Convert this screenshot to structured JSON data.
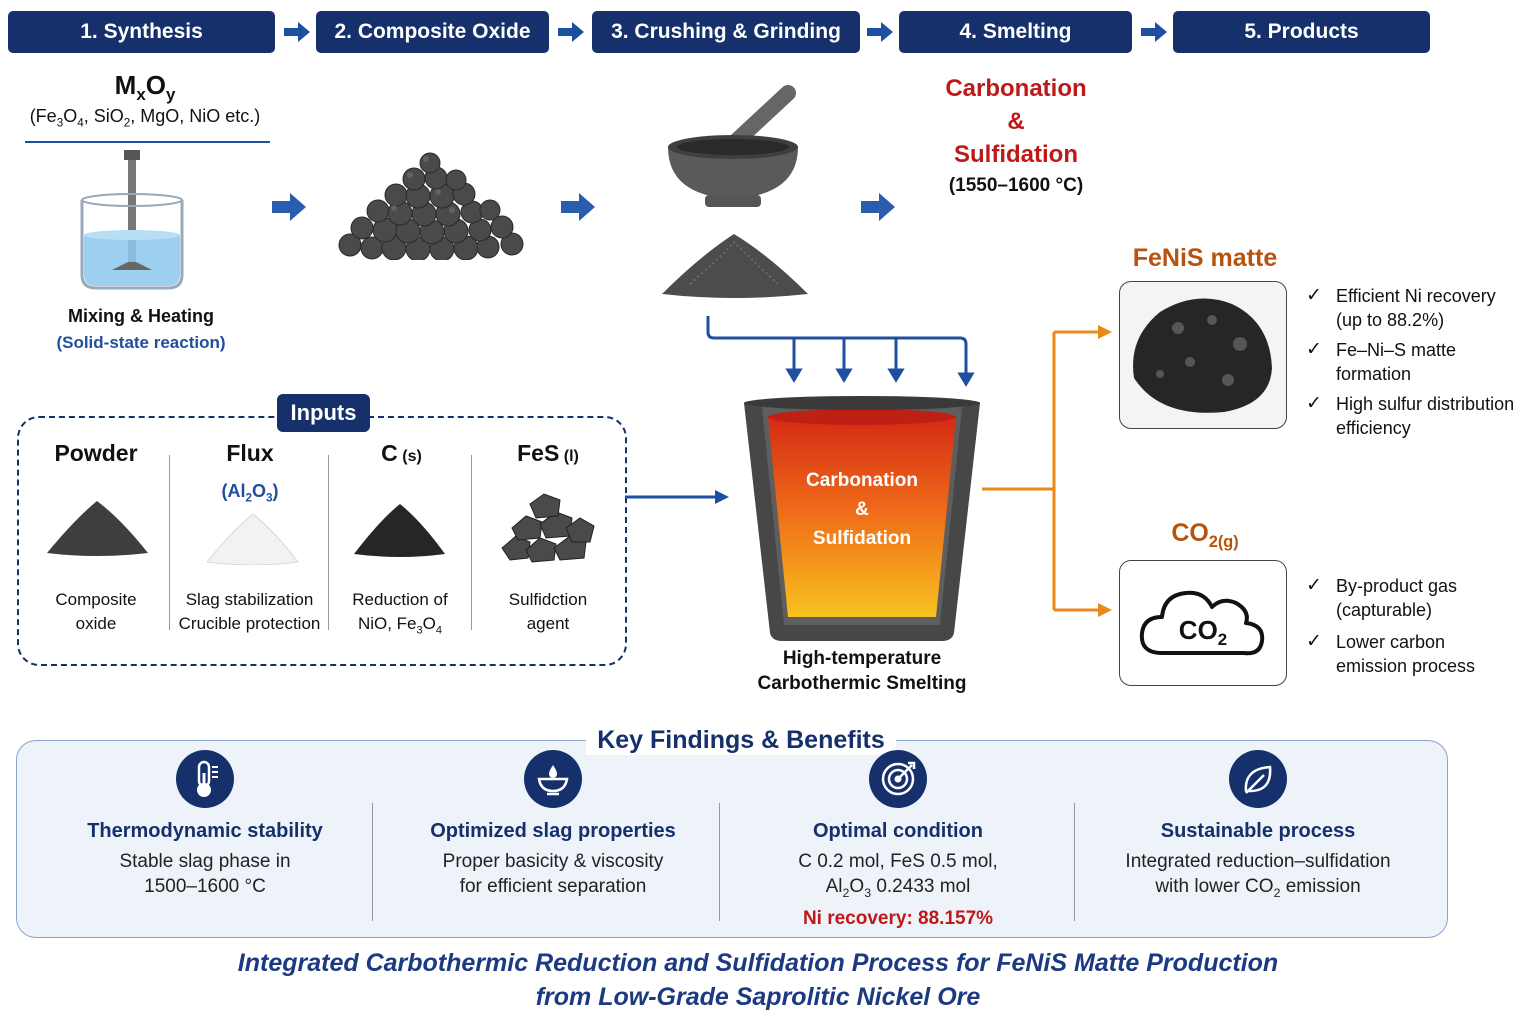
{
  "steps": [
    {
      "label": "1. Synthesis"
    },
    {
      "label": "2. Composite Oxide"
    },
    {
      "label": "3. Crushing & Grinding"
    },
    {
      "label": "4. Smelting"
    },
    {
      "label": "5. Products"
    }
  ],
  "synthesis": {
    "formula_main": "M",
    "formula_x": "x",
    "formula_o": "O",
    "formula_y": "y",
    "examples_html": "(Fe3O4, SiO2, MgO, NiO etc.)",
    "caption": "Mixing & Heating",
    "subcaption": "(Solid-state reaction)"
  },
  "smelting_label": {
    "line1": "Carbonation",
    "line2": "&",
    "line3": "Sulfidation",
    "temp": "(1550–1600 °C)"
  },
  "inputs": {
    "title": "Inputs",
    "items": [
      {
        "name": "Powder",
        "sub": "",
        "desc1": "Composite",
        "desc2": "oxide"
      },
      {
        "name": "Flux",
        "sub": "(Al2O3)",
        "desc1": "Slag stabilization",
        "desc2": "Crucible protection"
      },
      {
        "name": "C",
        "sub": "(s)",
        "desc1": "Reduction of",
        "desc2": "NiO, Fe3O4"
      },
      {
        "name": "FeS",
        "sub": "(l)",
        "desc1": "Sulfidction",
        "desc2": "agent"
      }
    ]
  },
  "crucible": {
    "inner1": "Carbonation",
    "inner2": "&",
    "inner3": "Sulfidation",
    "caption1": "High-temperature",
    "caption2": "Carbothermic Smelting"
  },
  "products": {
    "matte_title": "FeNiS matte",
    "matte_points": [
      {
        "l1": "Efficient Ni recovery",
        "l2": "(up to 88.2%)"
      },
      {
        "l1": "Fe–Ni–S matte",
        "l2": "formation"
      },
      {
        "l1": "High sulfur distribution",
        "l2": "efficiency"
      }
    ],
    "gas_title": "CO",
    "gas_sub": "2(g)",
    "gas_icon_text": "CO",
    "gas_icon_sub": "2",
    "gas_points": [
      {
        "l1": "By-product gas",
        "l2": "(capturable)"
      },
      {
        "l1": "Lower carbon",
        "l2": "emission process"
      }
    ]
  },
  "findings": {
    "title": "Key Findings & Benefits",
    "items": [
      {
        "icon": "thermometer-icon",
        "title": "Thermodynamic stability",
        "l1": "Stable slag phase in",
        "l2": "1500–1600 °C",
        "l3": ""
      },
      {
        "icon": "drop-dish-icon",
        "title": "Optimized slag properties",
        "l1": "Proper basicity & viscosity",
        "l2": "for efficient separation",
        "l3": ""
      },
      {
        "icon": "target-icon",
        "title": "Optimal condition",
        "l1": "C 0.2 mol, FeS 0.5 mol,",
        "l2": "Al2O3 0.2433 mol",
        "l3": "Ni recovery: 88.157%"
      },
      {
        "icon": "leaf-icon",
        "title": "Sustainable process",
        "l1": "Integrated reduction–sulfidation",
        "l2": "with lower CO2 emission",
        "l3": ""
      }
    ]
  },
  "footer": {
    "line1": "Integrated Carbothermic Reduction and Sulfidation Process for FeNiS Matte Production",
    "line2": "from Low-Grade Saprolitic Nickel Ore"
  },
  "colors": {
    "navy": "#15306b",
    "accent_blue": "#1f4fa0",
    "red": "#c01818",
    "orange": "#e8891a",
    "matte_title": "#b8520f"
  }
}
